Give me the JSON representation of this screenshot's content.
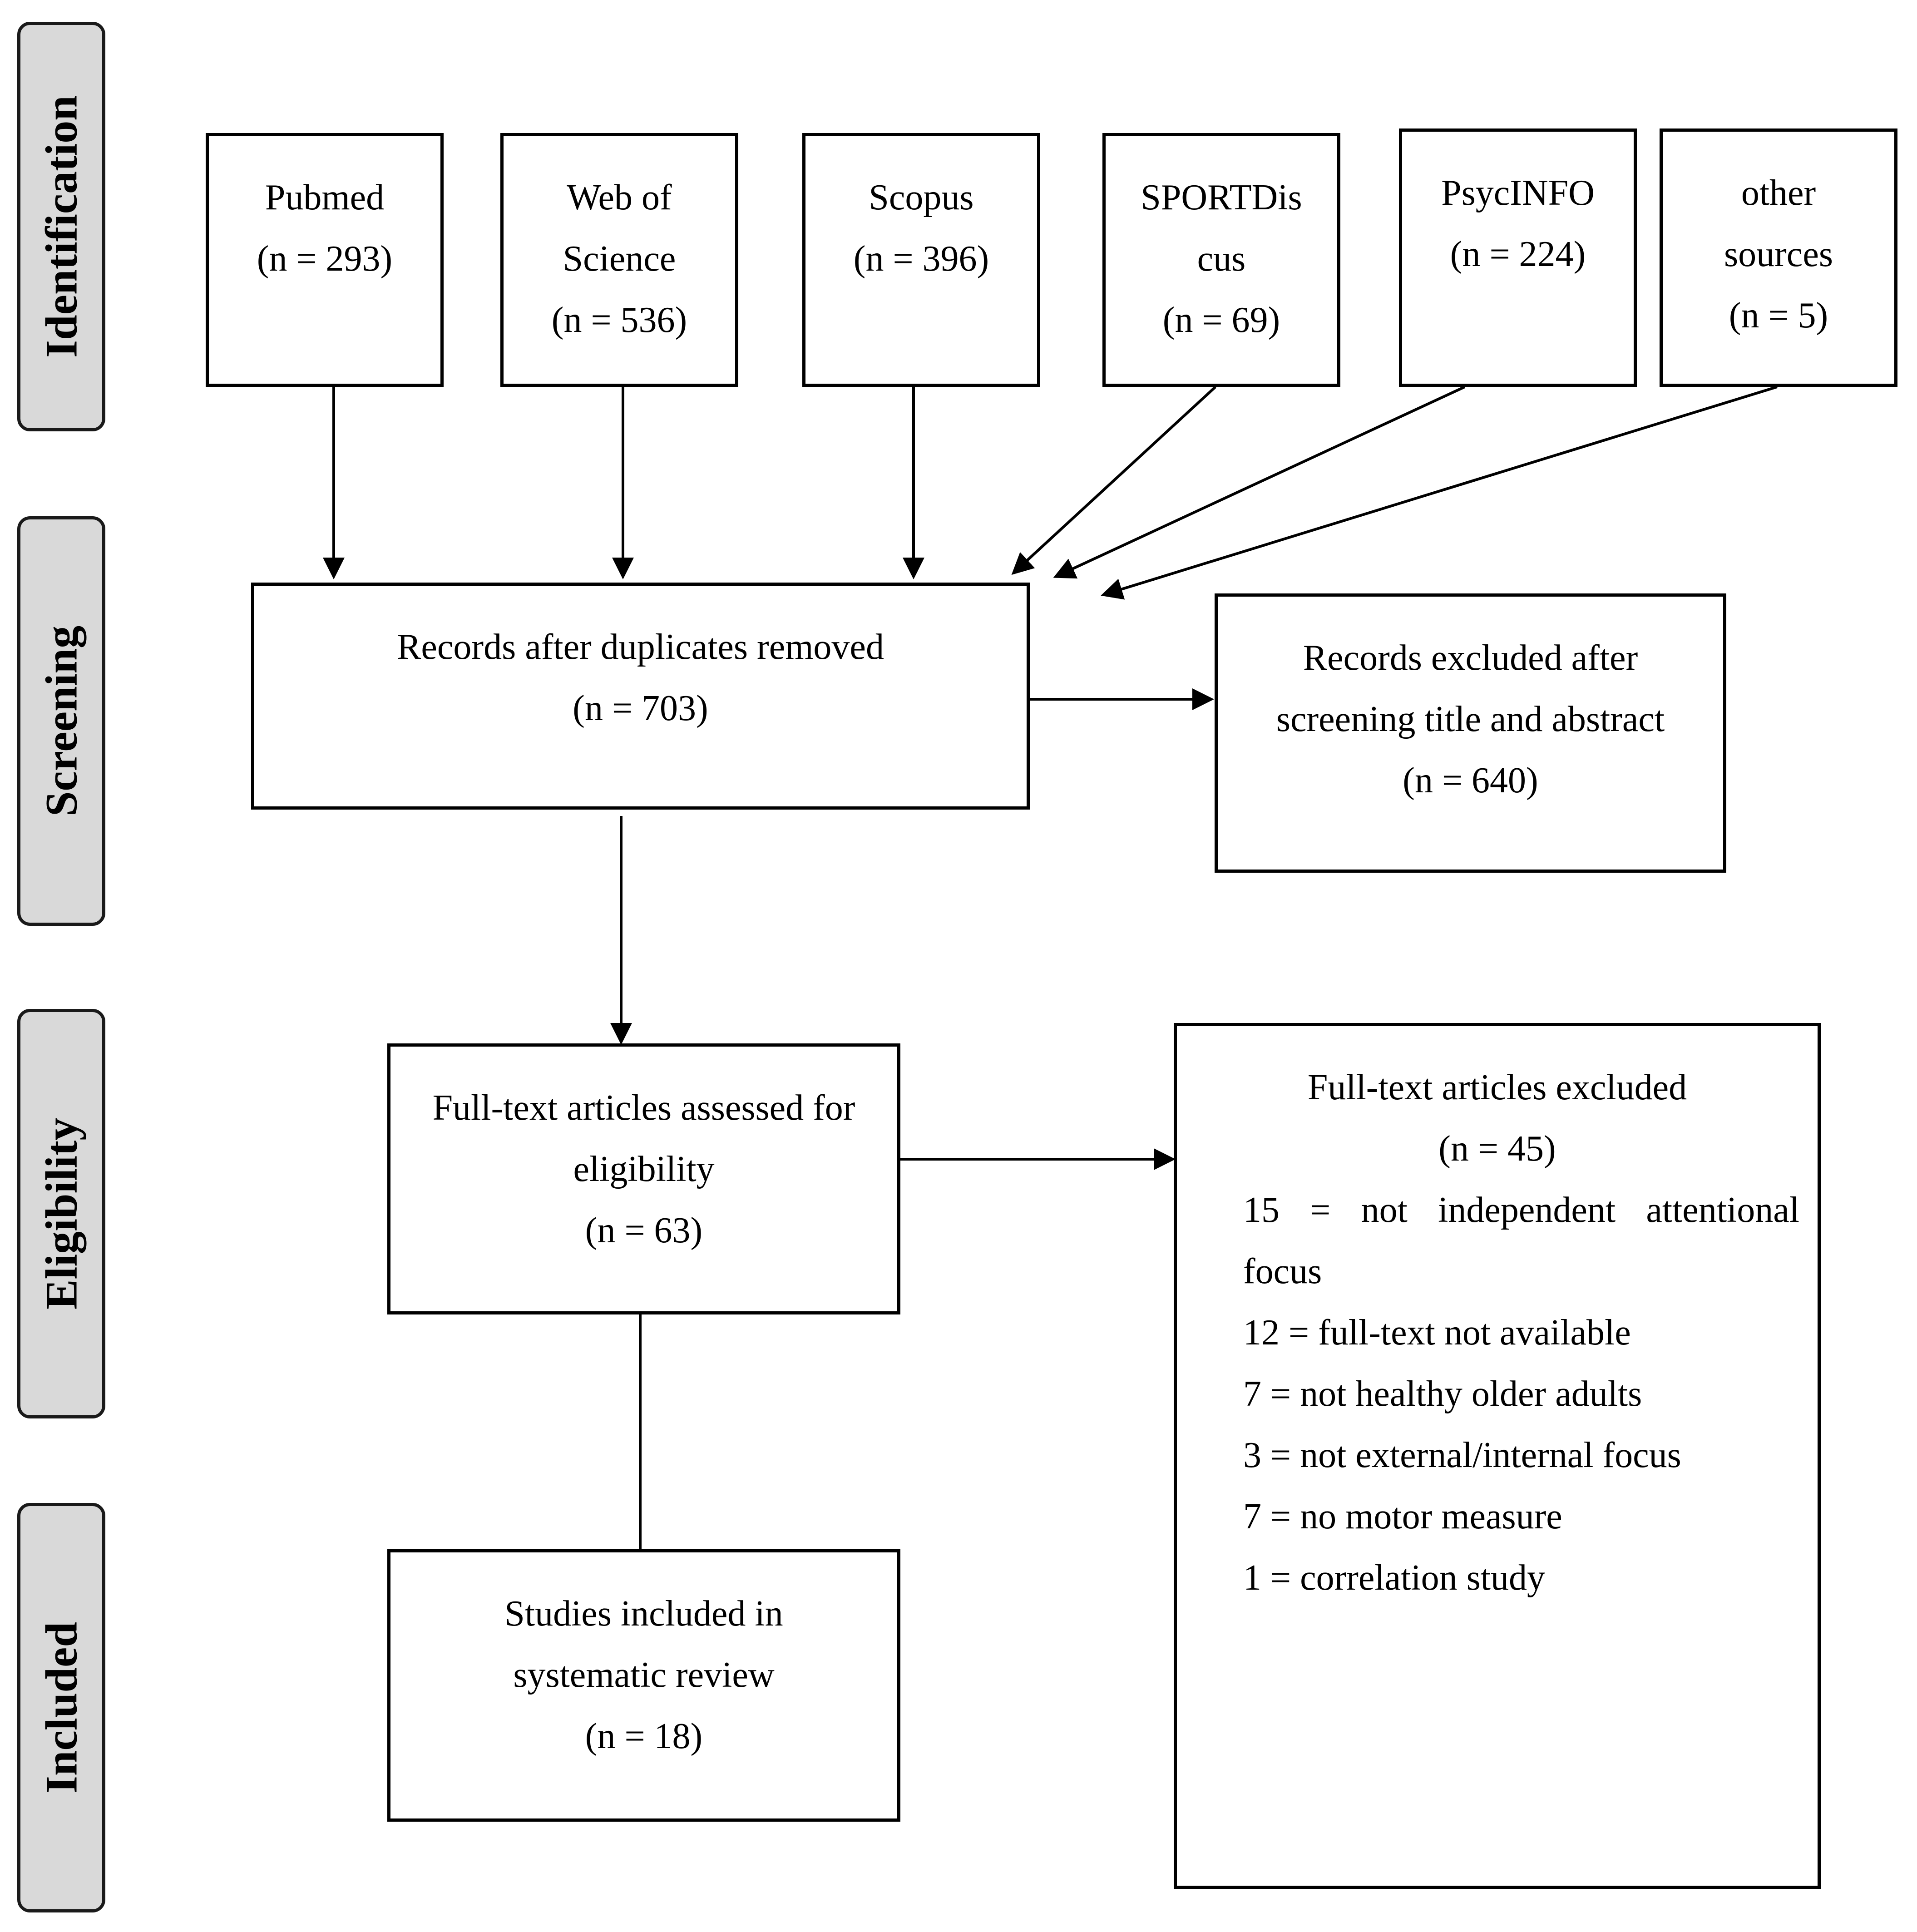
{
  "stages": {
    "identification": "Identification",
    "screening": "Screening",
    "eligibility": "Eligibility",
    "included": "Included"
  },
  "sources": {
    "pubmed": {
      "name": "Pubmed",
      "count": "(n = 293)"
    },
    "wos": {
      "name_1": "Web of",
      "name_2": "Science",
      "count": "(n = 536)"
    },
    "scopus": {
      "name": "Scopus",
      "count": "(n = 396)"
    },
    "sportdiscus": {
      "name_1": "SPORTDis",
      "name_2": "cus",
      "count": "(n = 69)"
    },
    "psycinfo": {
      "name": "PsycINFO",
      "count": "(n = 224)"
    },
    "other": {
      "name_1": "other",
      "name_2": "sources",
      "count": "(n = 5)"
    }
  },
  "screening": {
    "records": {
      "label": "Records after duplicates removed",
      "count": "(n = 703)"
    },
    "excluded": {
      "label_1": "Records excluded after",
      "label_2": "screening title and abstract",
      "count": "(n = 640)"
    }
  },
  "eligibility": {
    "assessed": {
      "label_1": "Full-text articles assessed for",
      "label_2": "eligibility",
      "count": "(n = 63)"
    },
    "excluded": {
      "title": "Full-text articles excluded",
      "count": "(n = 45)",
      "reason_1_words": [
        "15",
        "=",
        "not",
        "independent",
        "attentional"
      ],
      "reason_1_cont": "focus",
      "reasons": [
        "12 = full-text not available",
        "7 = not healthy older adults",
        "3 = not external/internal focus",
        "7 = no motor measure",
        "1 = correlation study"
      ]
    }
  },
  "included": {
    "label_1": "Studies included in",
    "label_2": "systematic review",
    "count": "(n = 18)"
  }
}
